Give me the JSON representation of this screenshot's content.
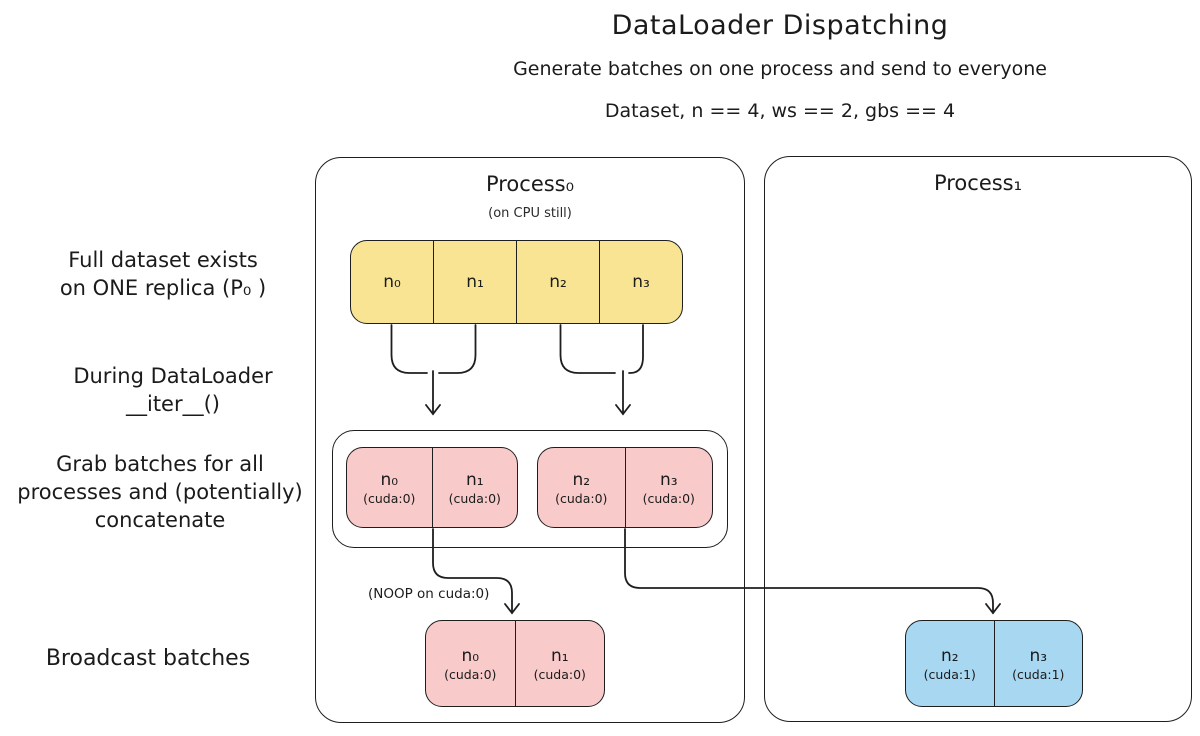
{
  "header": {
    "title": "DataLoader Dispatching",
    "subtitle": "Generate batches on one process and send to everyone",
    "params": "Dataset, n == 4, ws == 2, gbs == 4"
  },
  "labels": {
    "full_dataset": [
      "Full dataset exists",
      "on ONE replica (P₀ )"
    ],
    "during": [
      "During DataLoader",
      "__iter__()"
    ],
    "grab": [
      "Grab batches for all",
      "processes and (potentially)",
      "concatenate"
    ],
    "broadcast": "Broadcast batches",
    "noop": "(NOOP on cuda:0)"
  },
  "process0": {
    "label": "Process₀",
    "note": "(on CPU still)"
  },
  "process1": {
    "label": "Process₁"
  },
  "dataset": {
    "cells": [
      {
        "n": "n₀"
      },
      {
        "n": "n₁"
      },
      {
        "n": "n₂"
      },
      {
        "n": "n₃"
      }
    ]
  },
  "grab_left": {
    "cells": [
      {
        "n": "n₀",
        "dev": "(cuda:0)"
      },
      {
        "n": "n₁",
        "dev": "(cuda:0)"
      }
    ]
  },
  "grab_right": {
    "cells": [
      {
        "n": "n₂",
        "dev": "(cuda:0)"
      },
      {
        "n": "n₃",
        "dev": "(cuda:0)"
      }
    ]
  },
  "broadcast_p0": {
    "cells": [
      {
        "n": "n₀",
        "dev": "(cuda:0)"
      },
      {
        "n": "n₁",
        "dev": "(cuda:0)"
      }
    ]
  },
  "broadcast_p1": {
    "cells": [
      {
        "n": "n₂",
        "dev": "(cuda:1)"
      },
      {
        "n": "n₃",
        "dev": "(cuda:1)"
      }
    ]
  },
  "colors": {
    "yellow": "#f8e493",
    "pink": "#f9caca",
    "blue": "#a8d7f2",
    "stroke": "#1e1e1e",
    "text": "#1b1b1b"
  }
}
